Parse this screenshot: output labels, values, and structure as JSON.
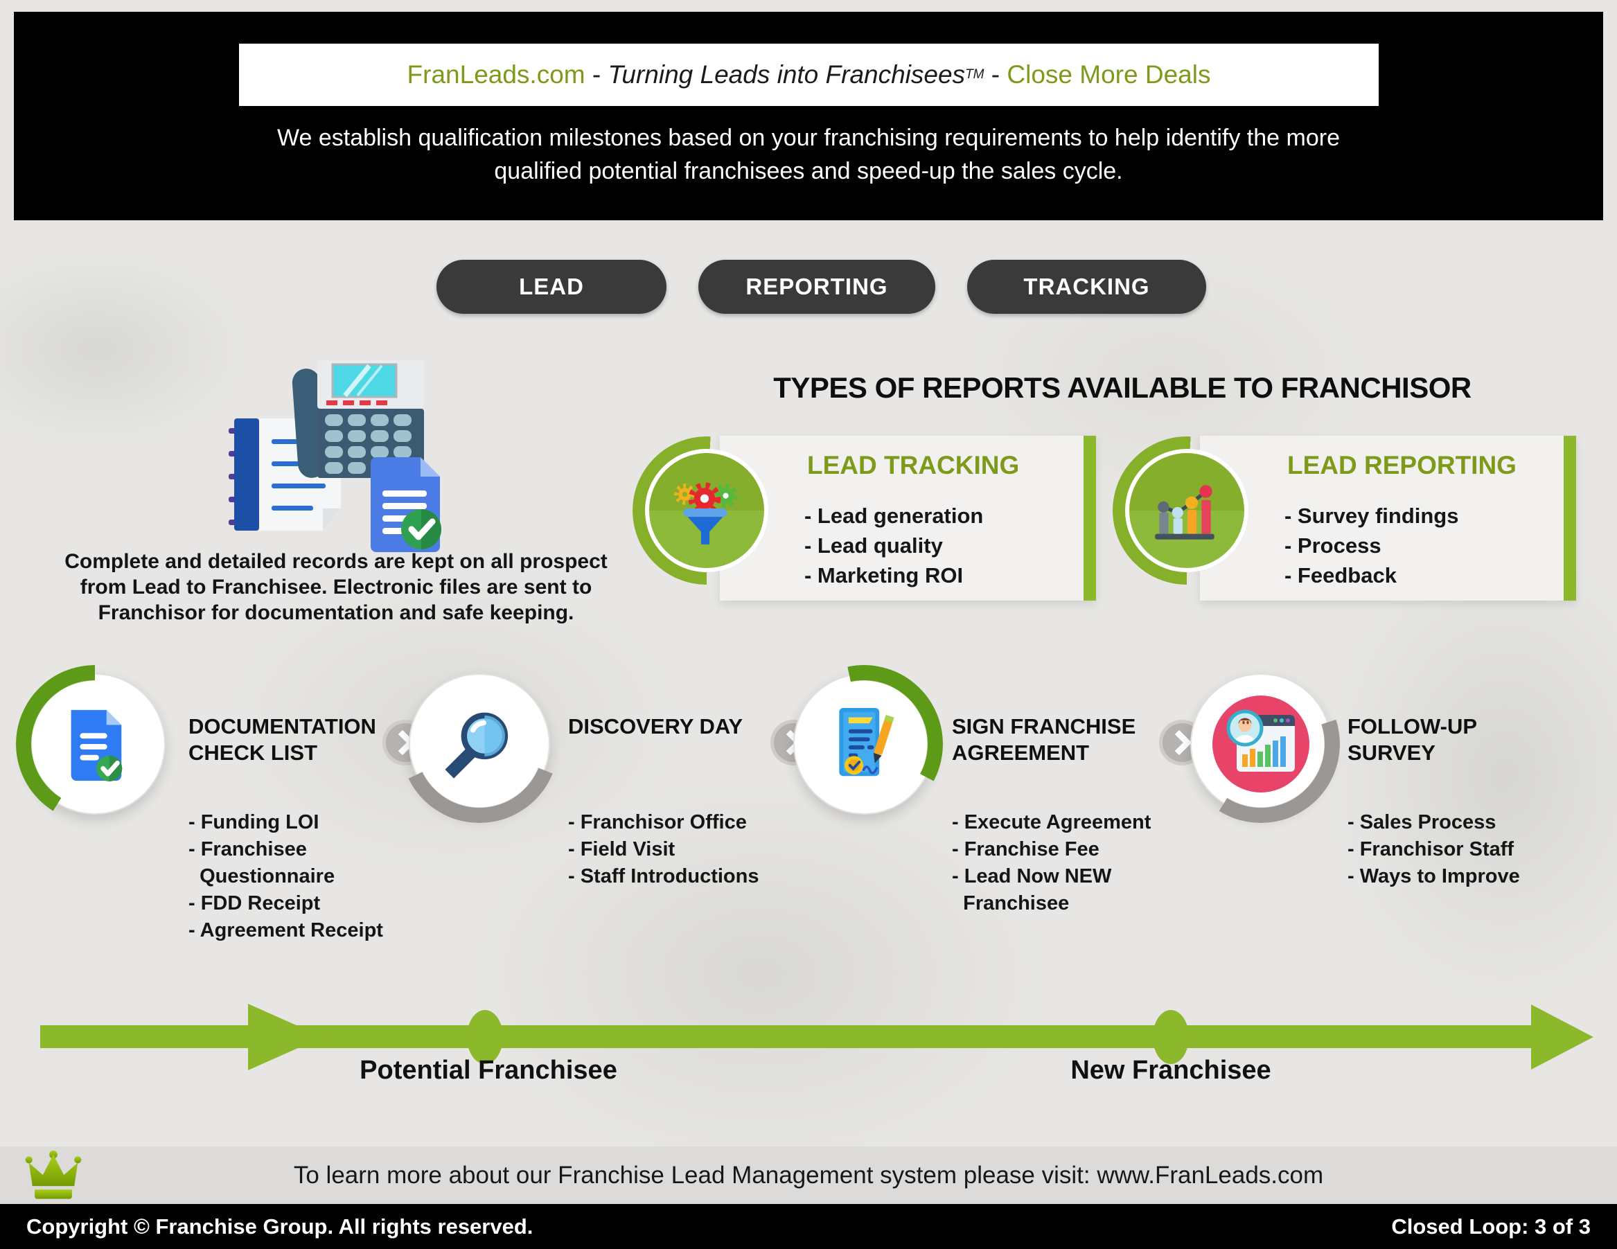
{
  "header": {
    "title": {
      "brand": "FranLeads.com",
      "separator1": " - ",
      "tagline": "Turning Leads into Franchisees",
      "trademark": "TM",
      "separator2": " - ",
      "cta": "Close More Deals"
    },
    "subtitle_lines": [
      "We establish qualification milestones based on your franchising requirements to help identify the more",
      "qualified potential franchisees and speed-up the sales cycle."
    ]
  },
  "nav_pills": [
    {
      "label": "LEAD"
    },
    {
      "label": "REPORTING"
    },
    {
      "label": "TRACKING"
    }
  ],
  "records": {
    "icon": "fax-records-icon",
    "lines": [
      "Complete and detailed records are kept on all prospect",
      "from Lead to Franchisee. Electronic files are sent to",
      "Franchisor for documentation and safe keeping."
    ]
  },
  "reports": {
    "heading": "TYPES OF REPORTS AVAILABLE TO FRANCHISOR",
    "cards": [
      {
        "title": "LEAD TRACKING",
        "icon": "funnel-gears-icon",
        "items": [
          "- Lead generation",
          "- Lead quality",
          "- Marketing ROI"
        ]
      },
      {
        "title": "LEAD REPORTING",
        "icon": "growth-chart-icon",
        "items": [
          "- Survey findings",
          "- Process",
          "- Feedback"
        ]
      }
    ]
  },
  "process_steps": [
    {
      "title_lines": [
        "DOCUMENTATION",
        "CHECK LIST"
      ],
      "icon": "document-check-icon",
      "items": [
        "- Funding LOI",
        "- Franchisee",
        "  Questionnaire",
        "- FDD Receipt",
        "- Agreement Receipt"
      ]
    },
    {
      "title_lines": [
        "DISCOVERY DAY"
      ],
      "icon": "magnifier-icon",
      "items": [
        "- Franchisor Office",
        "- Field Visit",
        "- Staff Introductions"
      ]
    },
    {
      "title_lines": [
        "SIGN FRANCHISE",
        "AGREEMENT"
      ],
      "icon": "sign-agreement-icon",
      "items": [
        "- Execute Agreement",
        "- Franchise Fee",
        "- Lead Now NEW",
        "  Franchisee"
      ]
    },
    {
      "title_lines": [
        "FOLLOW-UP",
        "SURVEY"
      ],
      "icon": "survey-person-icon",
      "items": [
        "- Sales Process",
        "- Franchisor Staff",
        "- Ways to Improve"
      ]
    }
  ],
  "timeline": {
    "labels": [
      "Potential Franchisee",
      "New Franchisee"
    ]
  },
  "info_bar": {
    "icon": "crown-icon",
    "text": "To learn more about our Franchise Lead Management system please visit: www.FranLeads.com"
  },
  "footer": {
    "copyright": "Copyright © Franchise Group. All rights reserved.",
    "page_indicator": "Closed Loop: 3 of 3"
  },
  "colors": {
    "accent_green": "#8CB82B",
    "arc_green": "#5C9A18",
    "olive_text": "#7D9A1B",
    "pill_dark": "#3A3A3A",
    "header_black": "#000000",
    "card_bg": "#F2F1EF",
    "page_bg": "#E7E6E4",
    "info_bar_bg": "#DCDBD9"
  }
}
